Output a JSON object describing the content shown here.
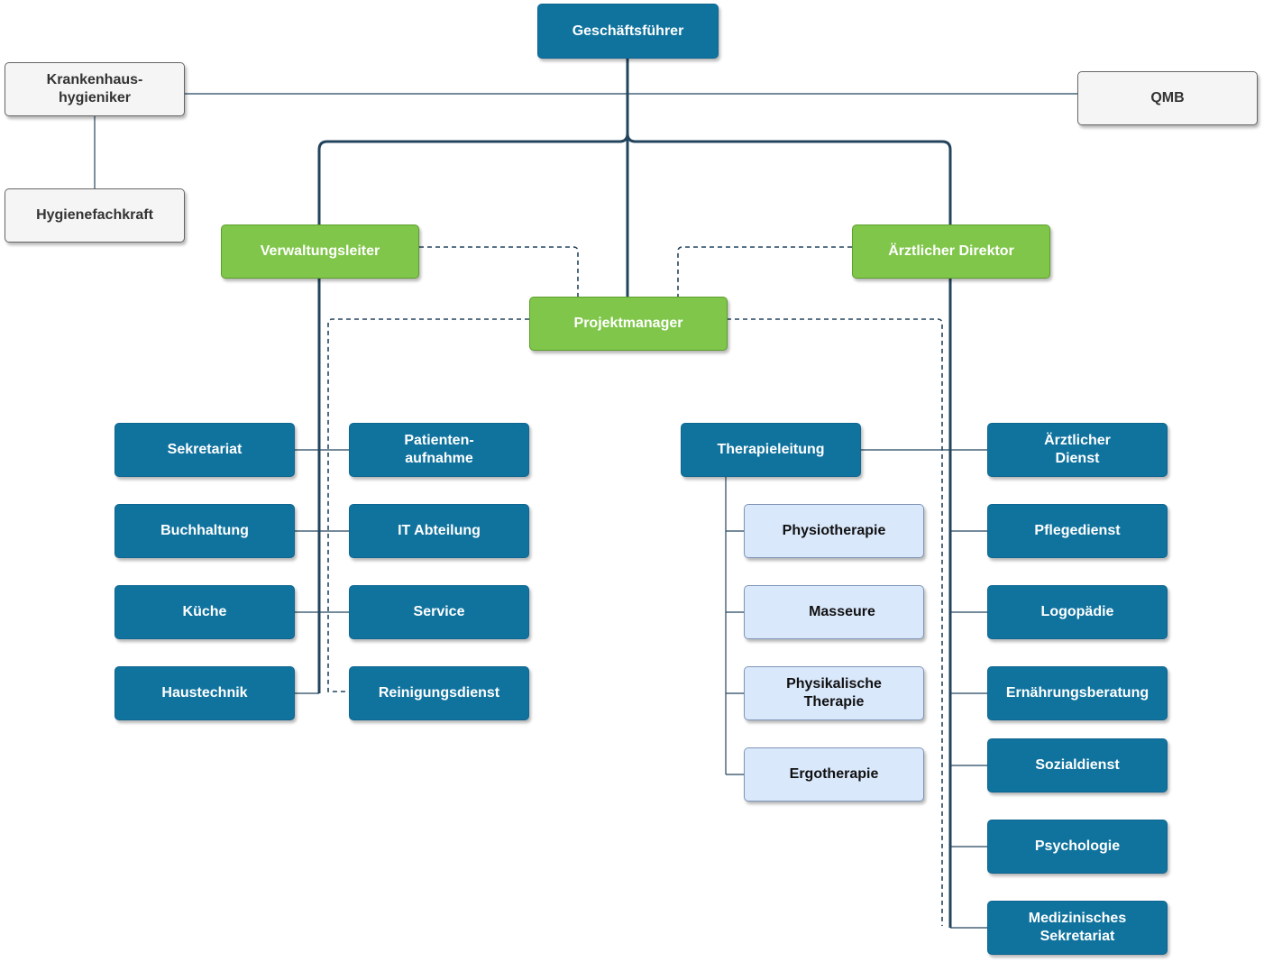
{
  "colors": {
    "department": "#10739e",
    "management": "#80c64a",
    "staff": "#f5f5f5",
    "therapy": "#dae8fc",
    "connector": "#23445d"
  },
  "top": {
    "ceo": "Geschäftsführer",
    "hygienist": "Krankenhaus-\nhygieniker",
    "hygiene_specialist": "Hygienefachkraft",
    "qmb": "QMB"
  },
  "management": {
    "admin_head": "Verwaltungsleiter",
    "medical_director": "Ärztlicher Direktor",
    "project_manager": "Projektmanager"
  },
  "administration": {
    "left": [
      "Sekretariat",
      "Buchhaltung",
      "Küche",
      "Haustechnik"
    ],
    "right": [
      "Patienten-\naufnahme",
      "IT Abteilung",
      "Service",
      "Reinigungsdienst"
    ]
  },
  "therapy": {
    "lead": "Therapieleitung",
    "units": [
      "Physiotherapie",
      "Masseure",
      "Physikalische\nTherapie",
      "Ergotherapie"
    ]
  },
  "medical": {
    "units": [
      "Ärztlicher\nDienst",
      "Pflegedienst",
      "Logopädie",
      "Ernährungsberatung",
      "Sozialdienst",
      "Psychologie",
      "Medizinisches\nSekretariat"
    ]
  }
}
